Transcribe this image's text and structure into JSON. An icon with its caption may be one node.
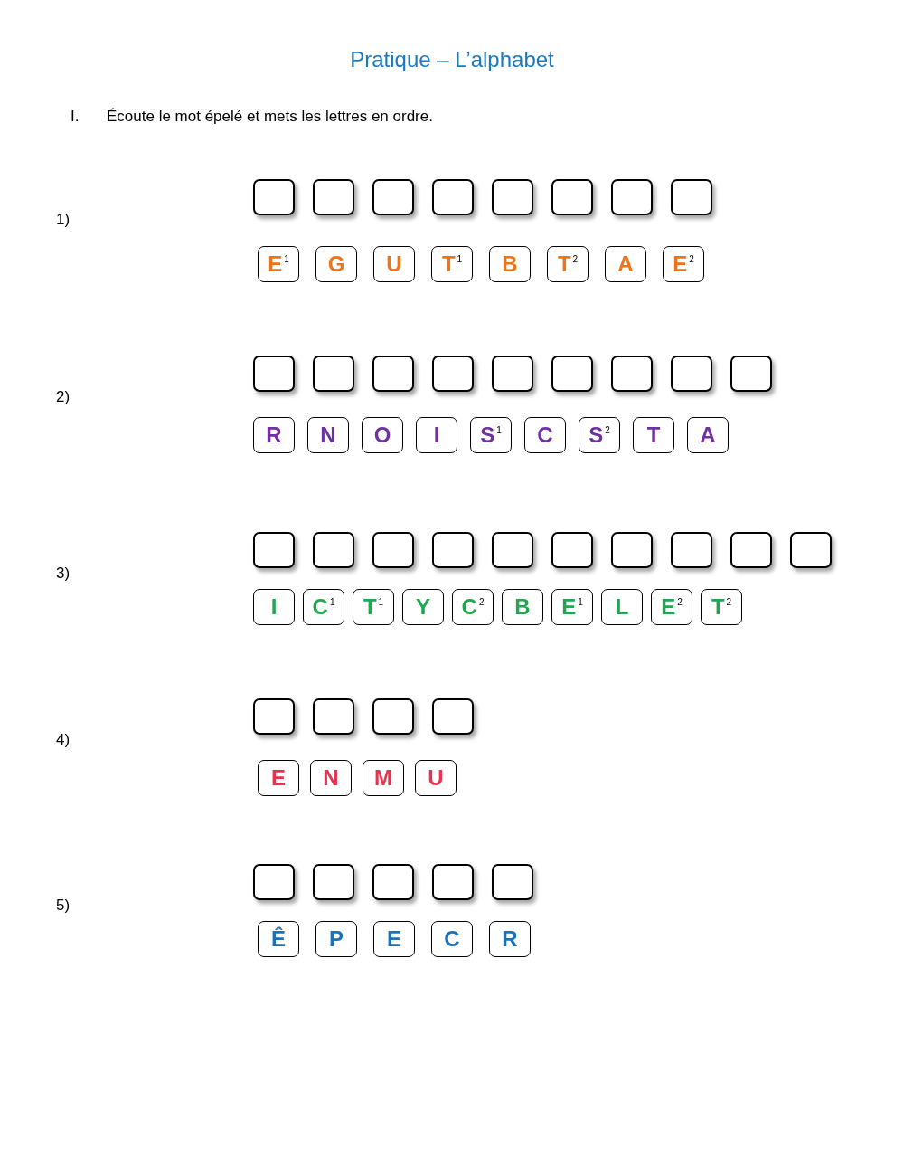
{
  "diagram": {
    "title": "Pratique – L’alphabet",
    "nodes": [
      {
        "text": [],
        "shape": "box"
      },
      {
        "text": [],
        "shape": "box"
      },
      {
        "text": [],
        "shape": "box"
      },
      {
        "text": [],
        "shape": "box"
      },
      {
        "text": [],
        "shape": "box"
      },
      {
        "text": [],
        "shape": "box"
      },
      {
        "text": [],
        "shape": "box"
      },
      {
        "text": [],
        "shape": "box"
      },
      {
        "text": [
          "E$^{1}$"
        ]
      },
      {
        "text": [
          "G"
        ]
      },
      {
        "text": [
          "U"
        ]
      },
      {
        "text": [
          "T$^{1}$"
        ]
      },
      {
        "text": [
          "B"
        ]
      },
      {
        "text": [
          "T$^{2}$"
        ]
      },
      {
        "text": [
          "A"
        ]
      },
      {
        "text": [
          "E$^{2}$"
        ]
      },
      {
        "text": [],
        "shape": "box"
      },
      {
        "text": [],
        "shape": "box"
      },
      {
        "text": [],
        "shape": "box"
      },
      {
        "text": [],
        "shape": "box"
      },
      {
        "text": [],
        "shape": "box"
      },
      {
        "text": [],
        "shape": "box"
      },
      {
        "text": [],
        "shape": "box"
      },
      {
        "text": [],
        "shape": "box"
      },
      {
        "text": [],
        "shape": "box"
      },
      {
        "text": [
          "R"
        ]
      },
      {
        "text": [
          "N"
        ]
      },
      {
        "text": [
          "O"
        ]
      },
      {
        "text": [
          "I"
        ]
      },
      {
        "text": [
          "S$^{1}$"
        ]
      },
      {
        "text": [
          "C"
        ]
      },
      {
        "text": [
          "S$^{2}$"
        ]
      },
      {
        "text": [
          "T"
        ]
      },
      {
        "text": [
          "A"
        ]
      },
      {
        "text": [],
        "shape": "box"
      },
      {
        "text": [],
        "shape": "box"
      },
      {
        "text": [],
        "shape": "box"
      },
      {
        "text": [],
        "shape": "box"
      },
      {
        "text": [],
        "shape": "box"
      },
      {
        "text": [],
        "shape": "box"
      },
      {
        "text": [],
        "shape": "box"
      },
      {
        "text": [],
        "shape": "box"
      },
      {
        "text": [],
        "shape": "box"
      },
      {
        "text": [],
        "shape": "box"
      },
      {
        "text": [
          "I"
        ]
      },
      {
        "text": [
          "C$^{1}$"
        ]
      },
      {
        "text": [
          "T$^{1}$"
        ]
      },
      {
        "text": [
          "Y"
        ]
      },
      {
        "text": [
          "C$^{2}$"
        ]
      },
      {
        "text": [
          "B"
        ]
      },
      {
        "text": [
          "E$^{1}$"
        ]
      },
      {
        "text": [
          "L"
        ]
      },
      {
        "text": [
          "E$^{2}$"
        ]
      },
      {
        "text": [
          "T$^{2}$"
        ]
      },
      {
        "text": [],
        "shape": "box"
      },
      {
        "text": [],
        "shape": "box"
      },
      {
        "text": [],
        "shape": "box"
      },
      {
        "text": [],
        "shape": "box"
      },
      {
        "text": [
          "E"
        ]
      },
      {
        "text": [
          "N"
        ]
      },
      {
        "text": [
          "M"
        ]
      },
      {
        "text": [
          "U"
        ]
      },
      {
        "text": [],
        "shape": "box"
      },
      {
        "text": [],
        "shape": "box"
      },
      {
        "text": [],
        "shape": "box"
      },
      {
        "text": [],
        "shape": "box"
      },
      {
        "text": [],
        "shape": "box"
      },
      {
        "text": [
          "Ê"
        ]
      },
      {
        "text": [
          "P"
        ]
      },
      {
        "text": [
          "E"
        ]
      },
      {
        "text": [
          "C"
        ]
      },
      {
        "text": [
          "R"
        ]
      }
    ],
    "labels": [
      "I.",
      "Écoute le mot épelé et mets les lettres en ordre.",
      "1)",
      "2)",
      "3)",
      "4)",
      "5)"
    ]
  }
}
